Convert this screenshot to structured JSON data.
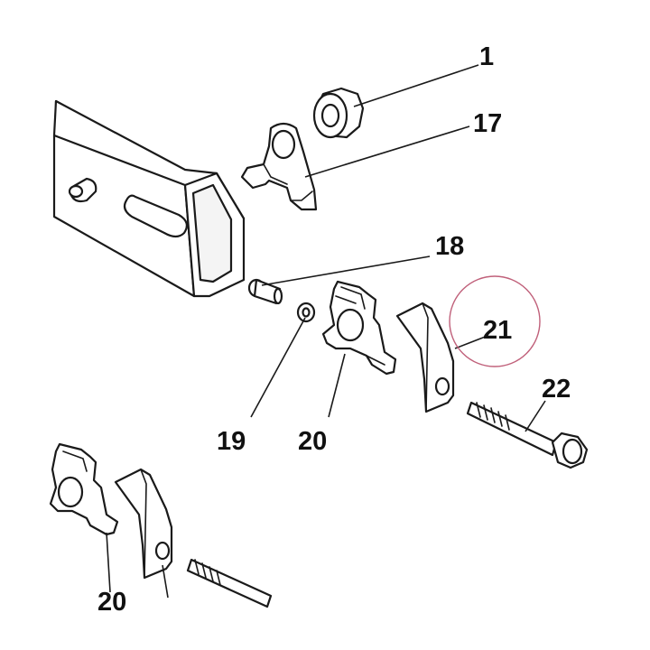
{
  "diagram": {
    "callouts": [
      {
        "id": "17",
        "text": "17"
      },
      {
        "id": "18",
        "text": "18"
      },
      {
        "id": "19",
        "text": "19"
      },
      {
        "id": "20",
        "text": "20"
      },
      {
        "id": "21",
        "text": "21"
      },
      {
        "id": "22",
        "text": "22"
      },
      {
        "id": "top",
        "text": "1"
      },
      {
        "id": "bottom",
        "text": "20"
      }
    ],
    "highlight_color": "#c0607a"
  }
}
